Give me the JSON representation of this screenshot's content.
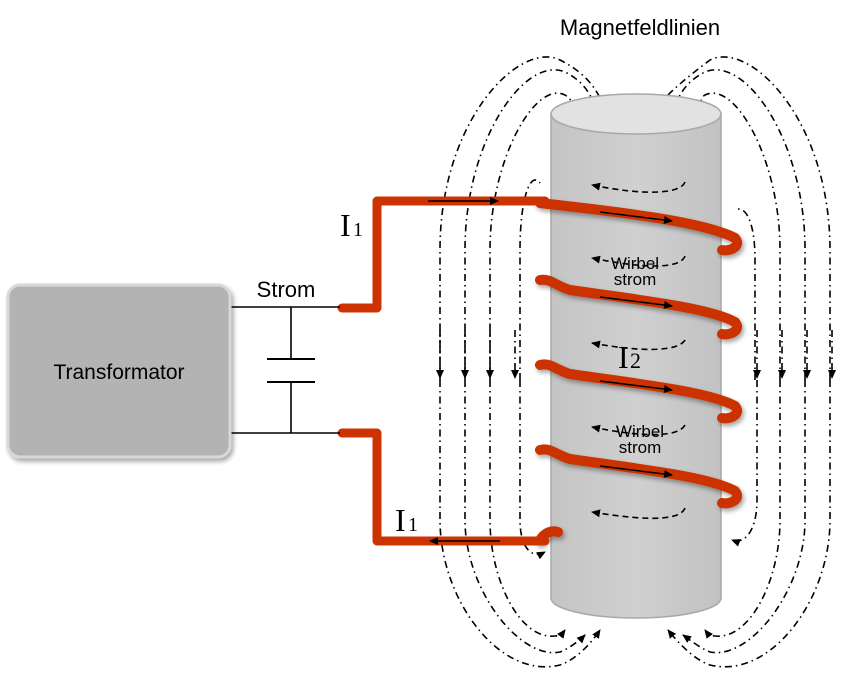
{
  "title": "Magnetfeldlinien",
  "transformer": {
    "label": "Transformator"
  },
  "current_source": {
    "label": "Strom"
  },
  "primary_current_top": {
    "symbol": "I",
    "subscript": "1"
  },
  "primary_current_bottom": {
    "symbol": "I",
    "subscript": "1"
  },
  "secondary_current": {
    "symbol": "I",
    "subscript": "2"
  },
  "eddy_labels": [
    {
      "line1": "Wirbel",
      "line2": "strom"
    },
    {
      "line1": "Wirbel",
      "line2": "strom"
    }
  ],
  "colors": {
    "coil": "#cc3300",
    "workpiece": "#cccccc",
    "workpiece_top": "#e0e0e0",
    "transformer_box": "#b3b3b3"
  }
}
